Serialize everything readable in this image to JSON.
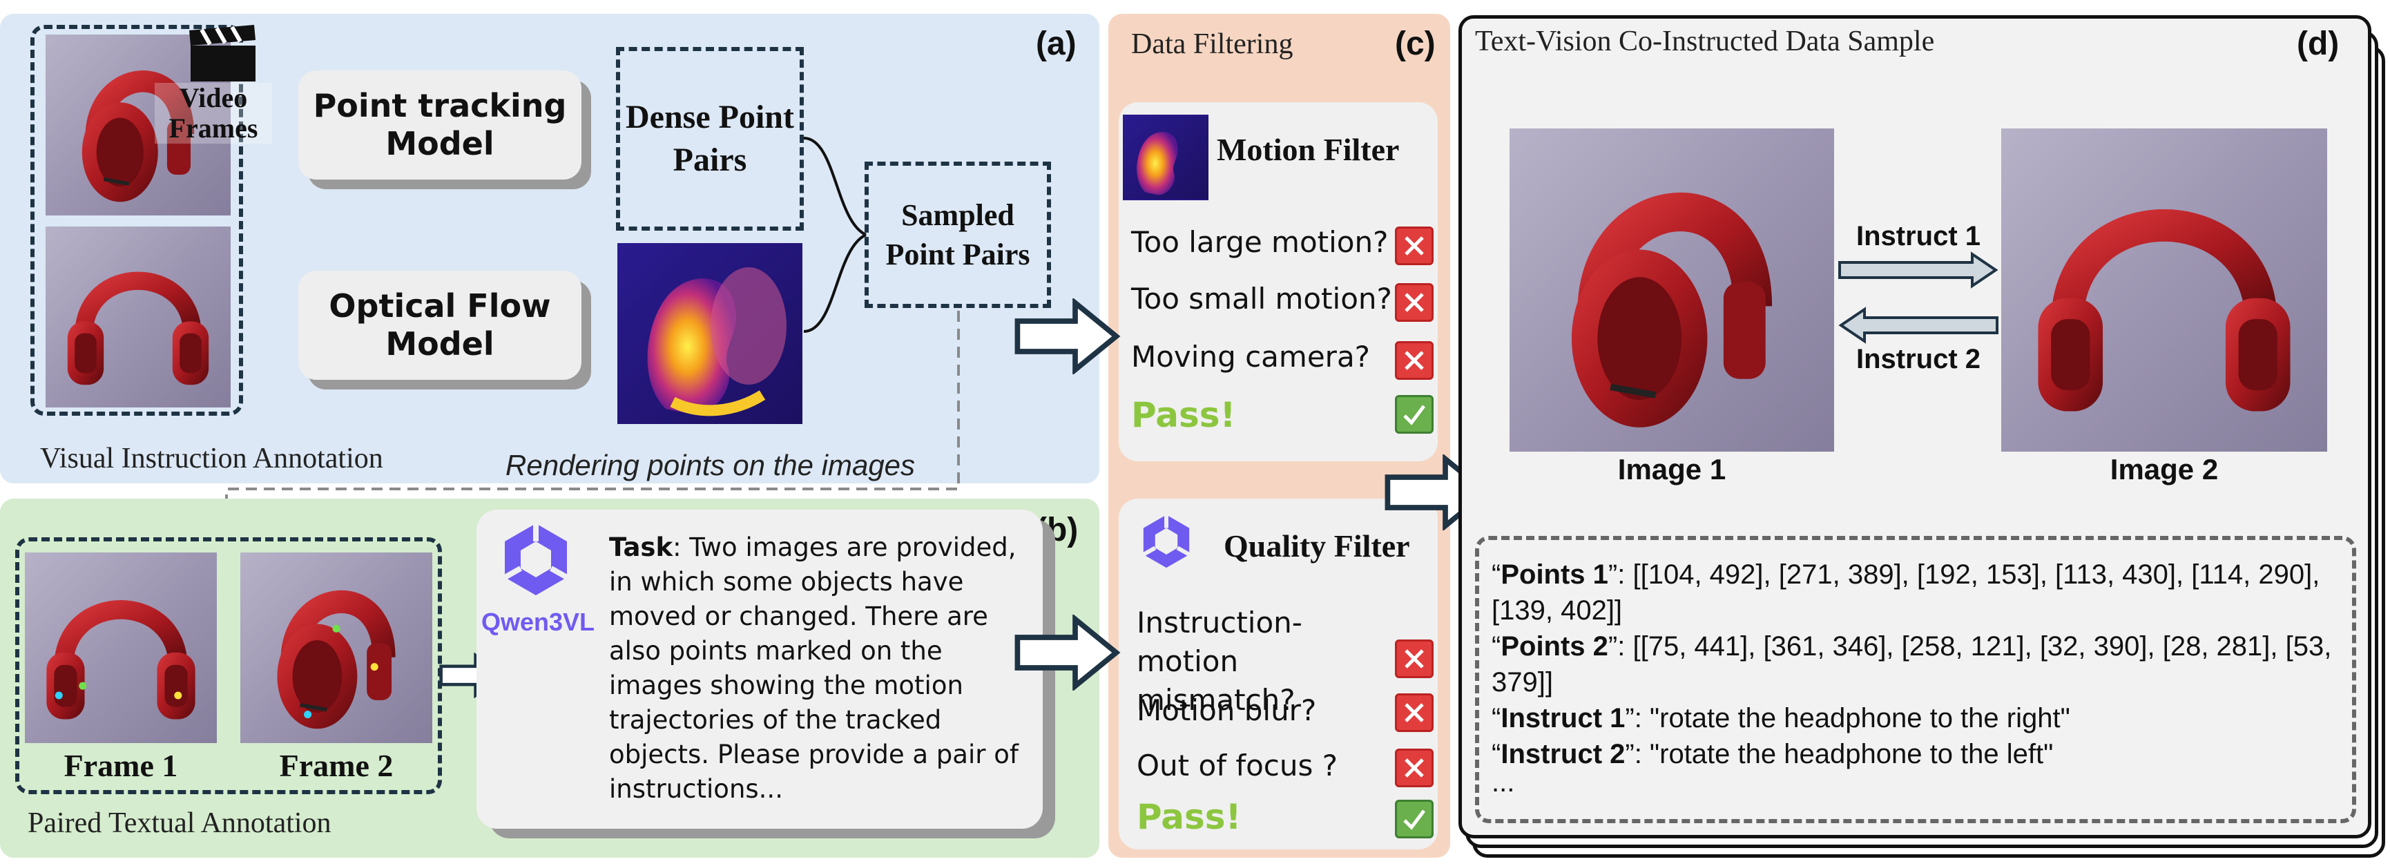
{
  "panel_a": {
    "tag": "(a)",
    "title": "Visual Instruction Annotation",
    "video_frames_label": "Video Frames",
    "point_tracking_model": "Point tracking Model",
    "optical_flow_model": "Optical Flow Model",
    "dense_point_pairs": "Dense Point Pairs",
    "sampled_point_pairs": "Sampled Point Pairs",
    "rendering_caption": "Rendering points on the images"
  },
  "panel_b": {
    "tag": "(b)",
    "title": "Paired Textual Annotation",
    "frame1": "Frame 1",
    "frame2": "Frame 2",
    "model_name": "Qwen3VL",
    "task_label": "Task",
    "task_text": ": Two images are provided, in which some objects have moved or changed. There are also points marked on the images showing the motion trajectories of the tracked objects. Please provide a pair of instructions..."
  },
  "panel_c": {
    "tag": "(c)",
    "title": "Data Filtering",
    "motion_filter": {
      "title": "Motion Filter",
      "items": [
        "Too large motion?",
        "Too small motion?",
        "Moving camera?"
      ],
      "pass": "Pass!"
    },
    "quality_filter": {
      "title": "Quality Filter",
      "items": [
        "Instruction-motion mismatch?",
        "Motion blur?",
        "Out of focus ?"
      ],
      "pass": "Pass!"
    }
  },
  "panel_d": {
    "tag": "(d)",
    "title": "Text-Vision Co-Instructed Data Sample",
    "image1": "Image 1",
    "image2": "Image 2",
    "instruct1_arrow": "Instruct 1",
    "instruct2_arrow": "Instruct 2",
    "sample": {
      "points1_key": "Points 1",
      "points1_val": ": [[104, 492], [271, 389], [192, 153], [113, 430], [114, 290], [139, 402]]",
      "points2_key": "Points 2",
      "points2_val": ": [[75, 441], [361, 346], [258, 121], [32, 390], [28, 281], [53, 379]]",
      "instruct1_key": "Instruct 1",
      "instruct1_val": ": \"rotate the headphone to the right\"",
      "instruct2_key": "Instruct 2",
      "instruct2_val": ": \"rotate the headphone to the left\"",
      "ellipsis": "..."
    }
  },
  "colors": {
    "panel_a_bg": "#dce8f5",
    "panel_b_bg": "#d5ecce",
    "panel_c_bg": "#f6d6c2",
    "fail_red": "#e23d3d",
    "pass_green": "#8cc63f",
    "headphone_red": "#a8191f"
  },
  "icons": [
    "clapperboard-icon",
    "qwen-logo-icon",
    "fail-x-icon",
    "pass-check-icon",
    "flow-arrow-icon"
  ]
}
